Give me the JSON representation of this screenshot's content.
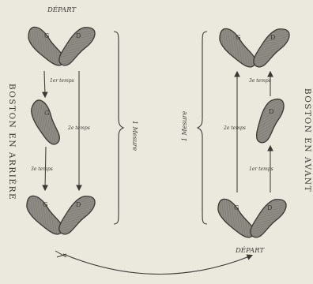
{
  "left": {
    "title": "BOSTON EN ARRIÈRE",
    "top_label": "DÉPART",
    "step1": "1er temps",
    "step2": "2e temps",
    "step3": "3e temps",
    "measure": "1 Mesure"
  },
  "right": {
    "title": "BOSTON EN AVANT",
    "bottom_label": "DÉPART",
    "step1": "1er temps",
    "step2": "2e temps",
    "step3": "3e temps",
    "measure": "1 Mesure"
  },
  "colors": {
    "paper": "#ebe8dd",
    "ink": "#3b3833",
    "shoe": "#8e8b84"
  }
}
